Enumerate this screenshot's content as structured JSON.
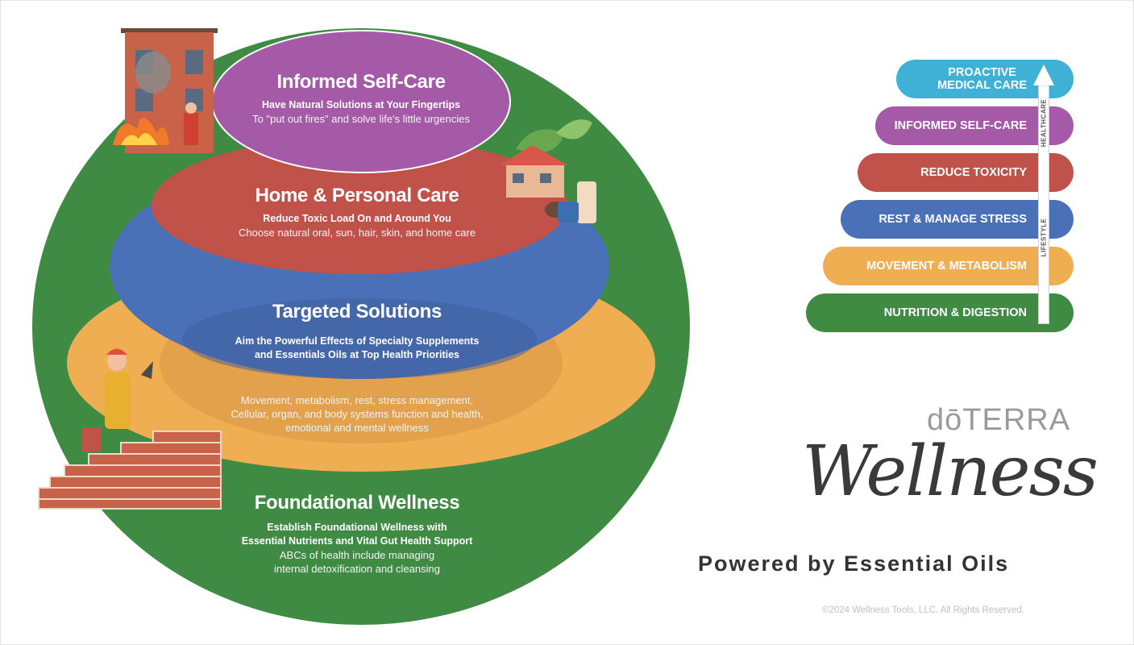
{
  "layers": [
    {
      "title": "Informed Self-Care",
      "bold": [
        "Have Natural Solutions at Your Fingertips"
      ],
      "thin": [
        "To \"put out fires\" and solve life's little urgencies"
      ]
    },
    {
      "title": "Home & Personal Care",
      "bold": [
        "Reduce Toxic Load On and Around You"
      ],
      "thin": [
        "Choose natural oral, sun, hair, skin, and home care"
      ]
    },
    {
      "title": "Targeted Solutions",
      "bold": [
        "Aim the Powerful Effects of Specialty Supplements",
        "and Essentials Oils at Top Health Priorities"
      ],
      "thin": []
    },
    {
      "title": "",
      "bold": [],
      "thin": [
        "Movement, metabolism, rest, stress management,",
        "Cellular, organ, and body systems function and health,",
        "emotional and mental wellness"
      ]
    },
    {
      "title": "Foundational Wellness",
      "bold": [
        "Establish Foundational Wellness with",
        "Essential Nutrients and Vital Gut Health Support"
      ],
      "thin": [
        "ABCs of health include managing",
        "internal detoxification and cleansing"
      ]
    }
  ],
  "pyramid": [
    {
      "label": "PROACTIVE\nMEDICAL CARE",
      "color": "#3fb0d6"
    },
    {
      "label": "INFORMED SELF-CARE",
      "color": "#a45aa6"
    },
    {
      "label": "REDUCE TOXICITY",
      "color": "#c0524a"
    },
    {
      "label": "REST & MANAGE STRESS",
      "color": "#4a70b8"
    },
    {
      "label": "MOVEMENT & METABOLISM",
      "color": "#f0ae52"
    },
    {
      "label": "NUTRITION & DIGESTION",
      "color": "#3f8b44"
    }
  ],
  "arrow_labels": {
    "top": "HEALTHCARE",
    "bottom": "LIFESTYLE"
  },
  "brand": "dōTERRA",
  "script": "Wellness",
  "tagline": "Powered by Essential Oils",
  "copyright": "©2024 Wellness Tools, LLC. All Rights Reserved.",
  "colors": {
    "green": "#3f8b44",
    "orange": "#f0ae52",
    "blue": "#4a70b8",
    "red": "#c0524a",
    "purple": "#a45aa6",
    "cyan": "#3fb0d6"
  }
}
